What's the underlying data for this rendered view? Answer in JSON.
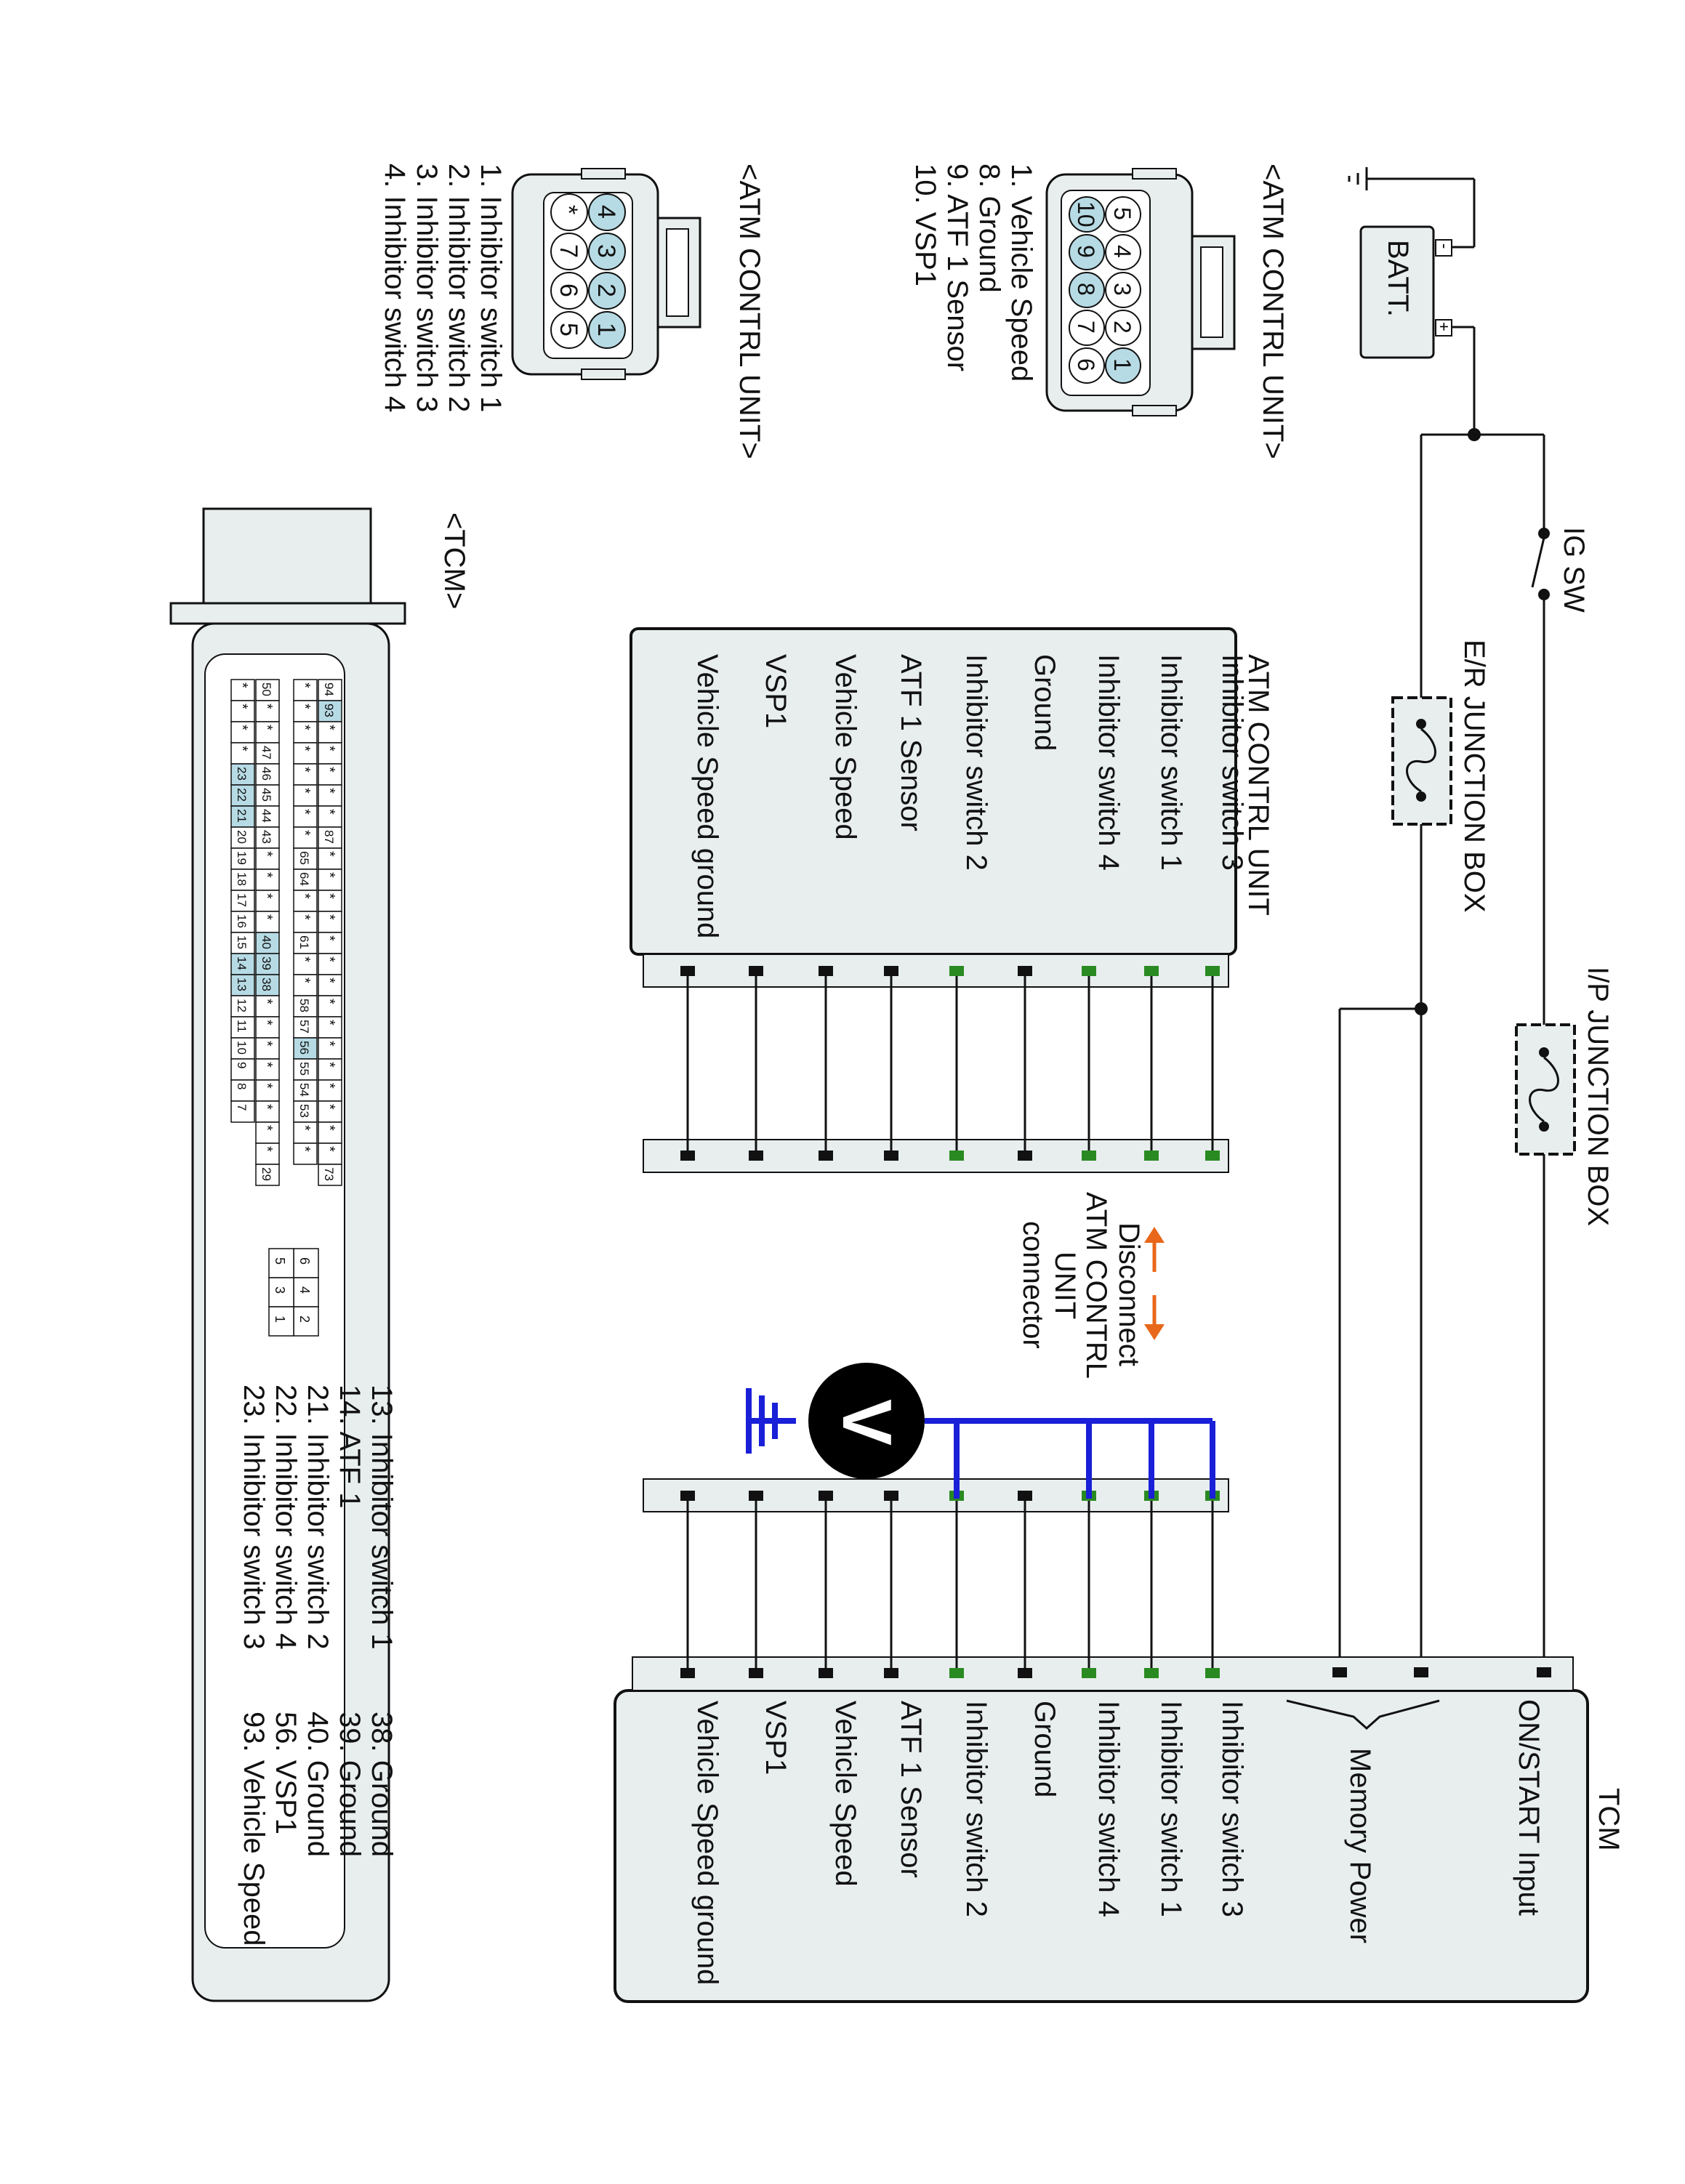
{
  "power": {
    "battery_label": "BATT.",
    "batt_minus": "-",
    "batt_plus": "+",
    "ig_sw_label": "IG SW",
    "er_junction_label": "E/R JUNCTION BOX",
    "ip_junction_label": "I/P JUNCTION BOX"
  },
  "atm_connector_1": {
    "title": "<ATM CONTRL UNIT>",
    "pins_top": [
      "5",
      "4",
      "3",
      "2",
      "1"
    ],
    "pins_bottom": [
      "10",
      "9",
      "8",
      "7",
      "6"
    ],
    "legend": [
      "1. Vehicle Speed",
      "8. Ground",
      "9. ATF 1 Sensor",
      "10. VSP1"
    ]
  },
  "atm_connector_2": {
    "title": "<ATM CONTRL UNIT>",
    "pins_top": [
      "4",
      "3",
      "2",
      "1"
    ],
    "pins_bottom": [
      "*",
      "7",
      "6",
      "5"
    ],
    "legend": [
      "1. Inhibitor switch 1",
      "2. Inhibitor switch 2",
      "3. Inhibitor switch 3",
      "4. Inhibitor switch 4"
    ]
  },
  "tcm_connector": {
    "title": "<TCM>",
    "row1": [
      "94",
      "93",
      "*",
      "*",
      "*",
      "*",
      "*",
      "87",
      "*",
      "*",
      "*",
      "*",
      "*",
      "*",
      "*",
      "*",
      "*",
      "*",
      "*",
      "*",
      "*",
      "*",
      "*",
      "73"
    ],
    "row2": [
      "*",
      "*",
      "*",
      "*",
      "*",
      "*",
      "*",
      "*",
      "65",
      "64",
      "*",
      "*",
      "61",
      "*",
      "*",
      "58",
      "57",
      "56",
      "55",
      "54",
      "53",
      "*",
      "*"
    ],
    "row3": [
      "50",
      "*",
      "*",
      "47",
      "46",
      "45",
      "44",
      "43",
      "*",
      "*",
      "*",
      "*",
      "40",
      "39",
      "38",
      "*",
      "*",
      "*",
      "*",
      "*",
      "*",
      "*",
      "*",
      "29"
    ],
    "row4": [
      "*",
      "*",
      "*",
      "*",
      "23",
      "22",
      "21",
      "20",
      "19",
      "18",
      "17",
      "16",
      "15",
      "14",
      "13",
      "12",
      "11",
      "10",
      "9",
      "8",
      "7"
    ],
    "aux_top": [
      "6",
      "4",
      "2"
    ],
    "aux_bottom": [
      "5",
      "3",
      "1"
    ],
    "legend_left": [
      "13. Inhibitor switch 1",
      "14. ATF 1",
      "21. Inhibitor switch 2",
      "22. Inhibitor switch 4",
      "23. Inhibitor switch 3"
    ],
    "legend_right": [
      "38. Ground",
      "39. Ground",
      "40. Ground",
      "56. VSP1",
      "93. Vehicle Speed"
    ]
  },
  "atm_unit": {
    "title": "ATM CONTRL UNIT",
    "signals": [
      "Inhibitor switch 3",
      "Inhibitor switch 1",
      "Inhibitor switch 4",
      "Ground",
      "Inhibitor switch 2",
      "ATF 1 Sensor",
      "Vehicle Speed",
      "VSP1",
      "Vehicle Speed ground"
    ]
  },
  "tcm_unit": {
    "title": "TCM",
    "power_inputs": [
      "ON/START Input",
      "Memory Power"
    ],
    "signals": [
      "Inhibitor switch 3",
      "Inhibitor switch 1",
      "Inhibitor switch 4",
      "Ground",
      "Inhibitor switch 2",
      "ATF 1 Sensor",
      "Vehicle Speed",
      "VSP1",
      "Vehicle Speed ground"
    ]
  },
  "disconnect_note": [
    "Disconnect",
    "ATM CONTRL",
    "UNIT",
    "connector"
  ],
  "voltmeter_label": "V",
  "colors": {
    "inhibitor_green": "#2a8a22",
    "probe_blue": "#1a1fd8",
    "arrow_orange": "#e8671a",
    "pin_highlight": "#b7dbe5",
    "box_fill": "#e8eeee"
  }
}
